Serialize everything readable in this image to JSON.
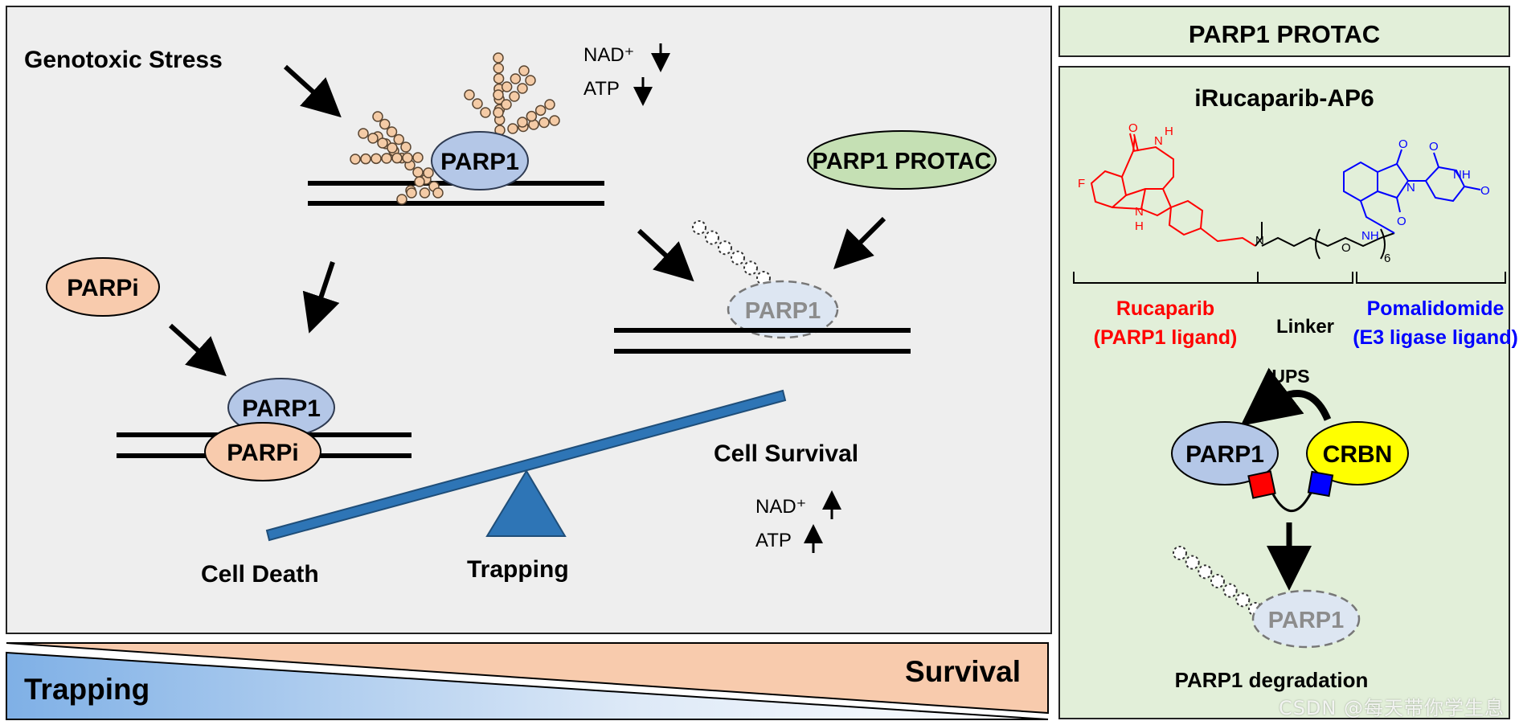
{
  "left_panel": {
    "genotoxic_stress": "Genotoxic Stress",
    "nad_label": "NAD⁺",
    "atp_label": "ATP",
    "parp1": "PARP1",
    "parpi": "PARPi",
    "parp1_protac": "PARP1 PROTAC",
    "cell_death": "Cell Death",
    "trapping": "Trapping",
    "cell_survival": "Cell Survival"
  },
  "gradient_bar": {
    "left_label": "Trapping",
    "right_label": "Survival"
  },
  "right_panel": {
    "header": "PARP1 PROTAC",
    "compound_name": "iRucaparib-AP6",
    "rucaparib_line1": "Rucaparib",
    "rucaparib_line2": "(PARP1 ligand)",
    "linker": "Linker",
    "pomalidomide_line1": "Pomalidomide",
    "pomalidomide_line2": "(E3 ligase ligand)",
    "ups": "UPS",
    "parp1": "PARP1",
    "crbn": "CRBN",
    "degradation": "PARP1 degradation",
    "atoms": {
      "o": "O",
      "n": "N",
      "nh": "NH",
      "h": "H",
      "f": "F",
      "six": "6"
    }
  },
  "watermark": "CSDN @每天带你学生息",
  "colors": {
    "panel_bg": "#eeeeee",
    "right_bg": "#e2efd9",
    "parp1_fill": "#b4c7e7",
    "parpi_fill": "#f8cbad",
    "protac_fill": "#c5e0b4",
    "crbn_fill": "#ffff00",
    "seesaw": "#2e75b6",
    "rucaparib": "#ff0000",
    "pomalidomide": "#0000ff",
    "par_chain": "#f4cba6"
  }
}
